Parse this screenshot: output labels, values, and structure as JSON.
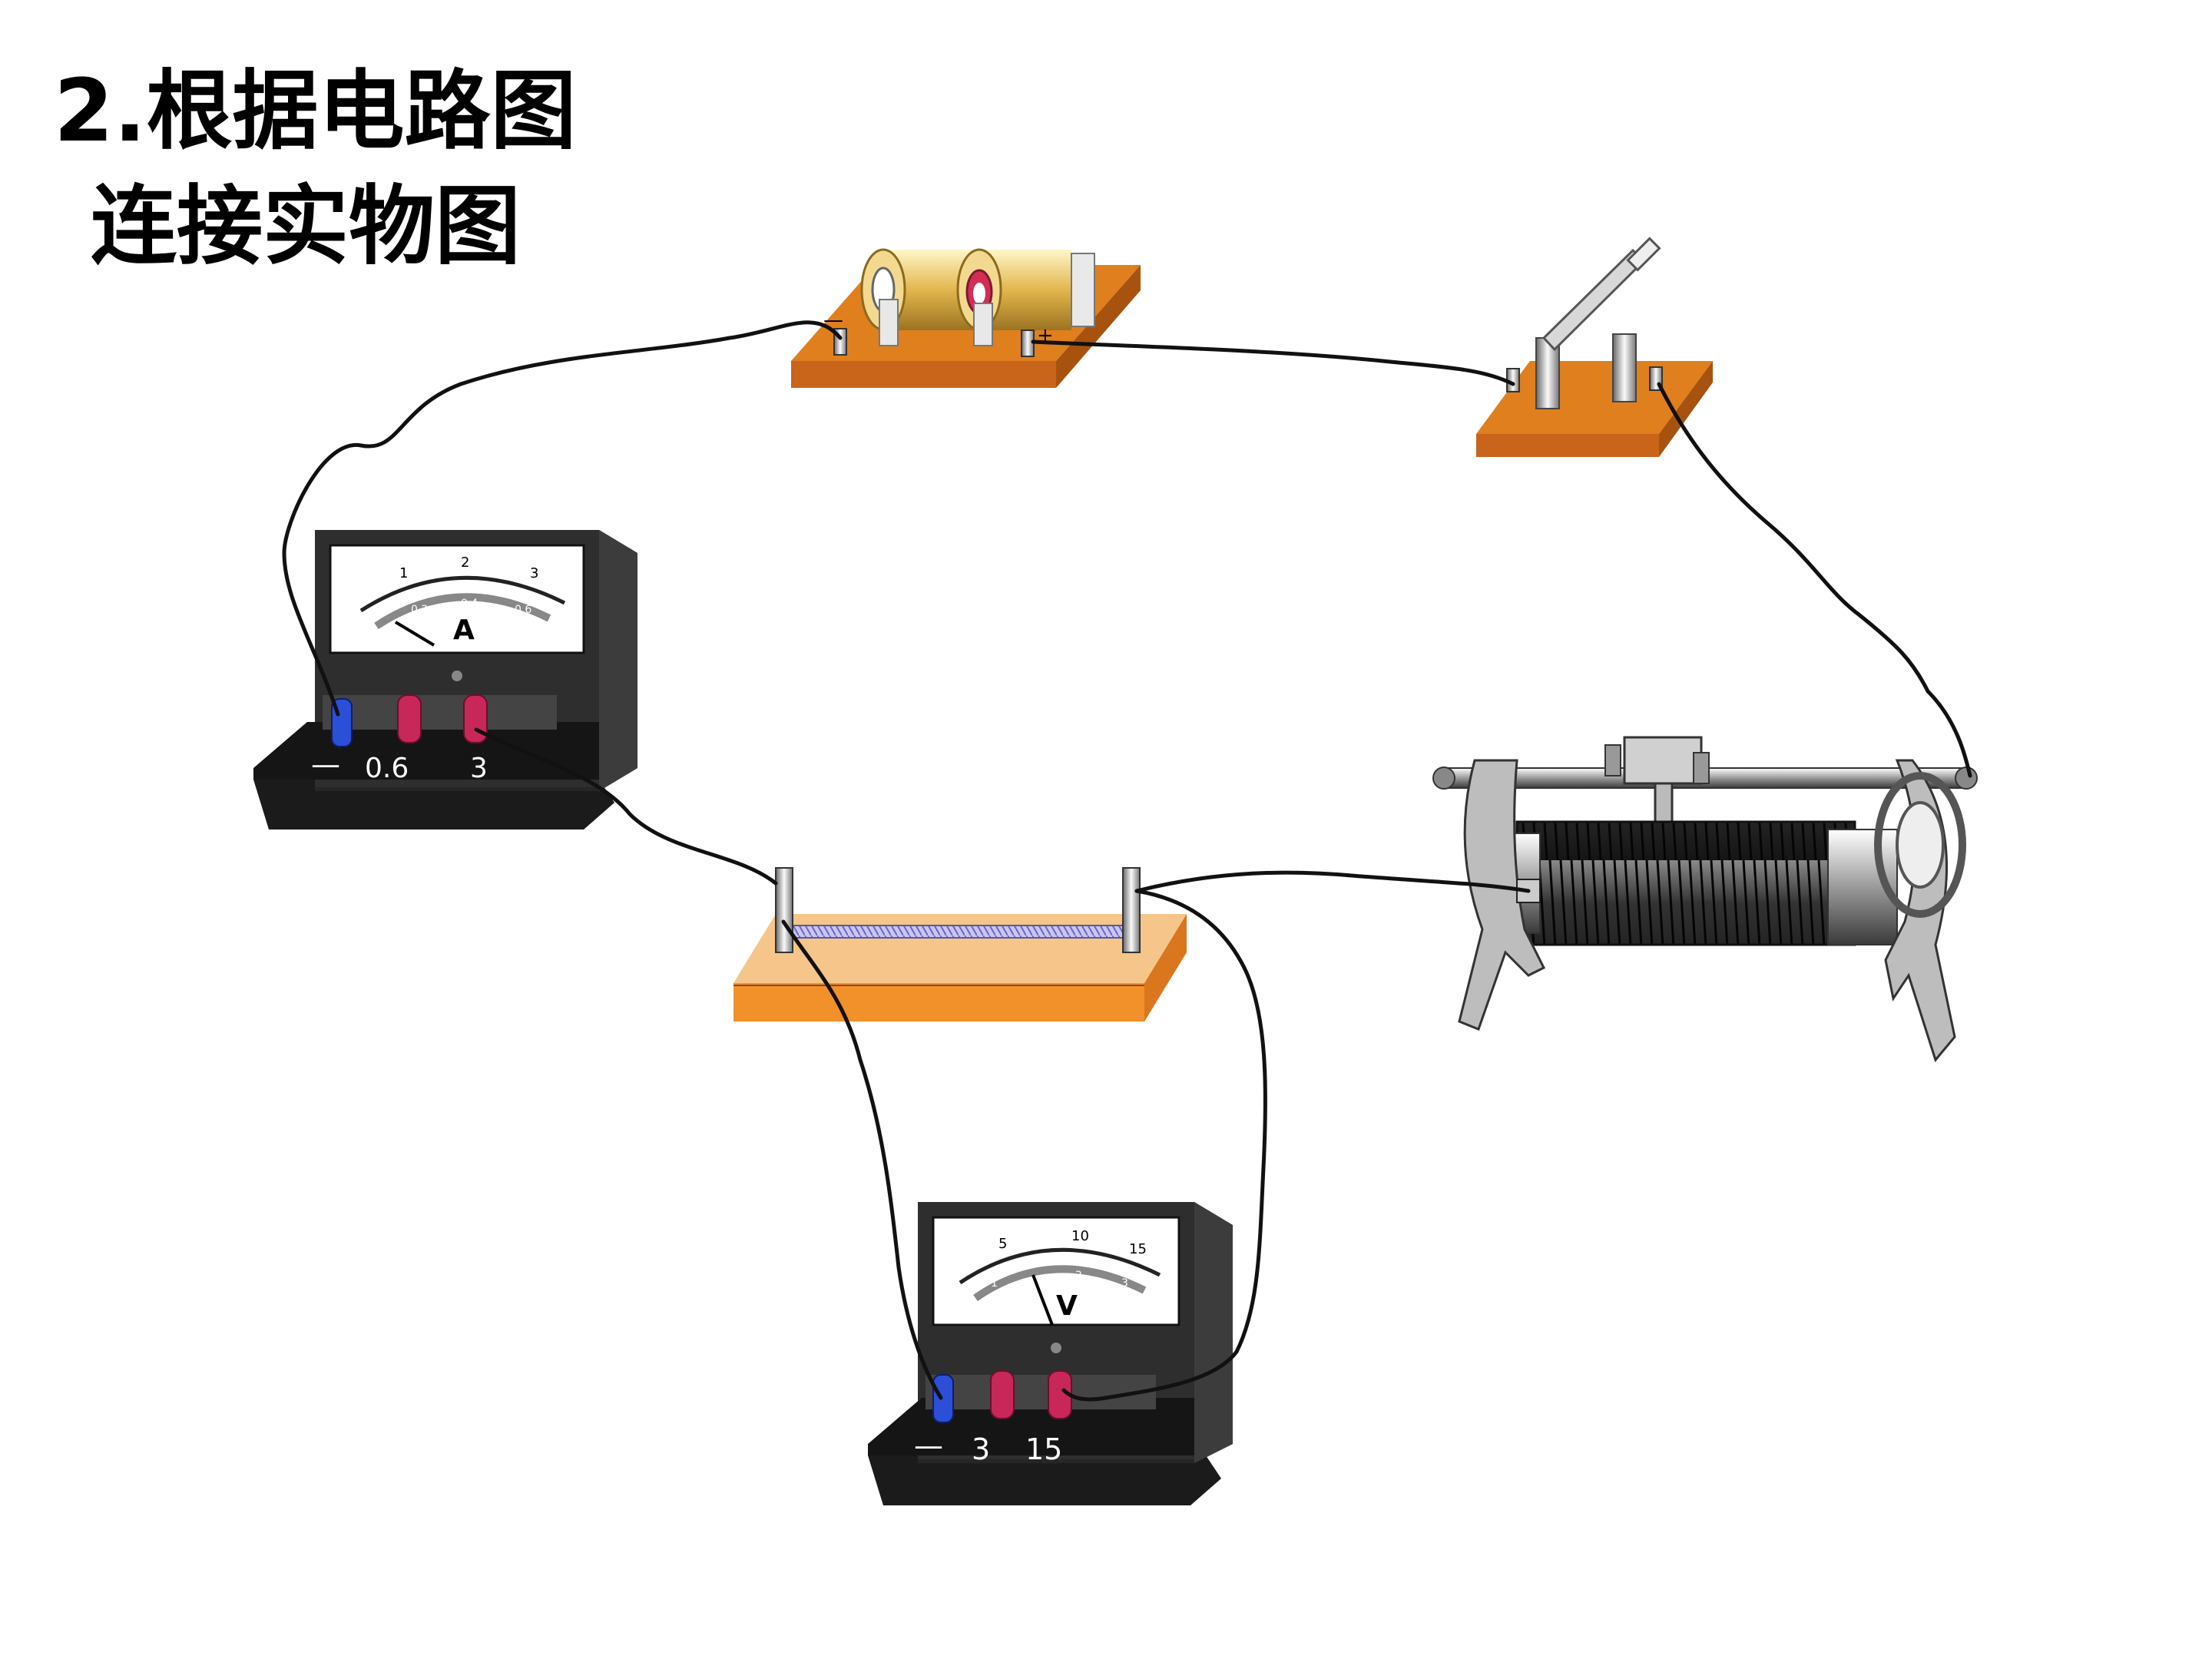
{
  "title": {
    "line1": "2.根据电路图",
    "line2": "连接实物图"
  },
  "ammeter": {
    "symbol": "A",
    "terminals": [
      "—",
      "0.6",
      "3"
    ],
    "scale_top": [
      "1",
      "2",
      "3"
    ],
    "scale_bottom": [
      "0.2",
      "0.4",
      "0.6"
    ]
  },
  "voltmeter": {
    "symbol": "V",
    "terminals": [
      "—",
      "3",
      "15"
    ],
    "scale_top": [
      "5",
      "10",
      "15"
    ],
    "scale_bottom": [
      "1",
      "2",
      "3"
    ]
  },
  "battery": {
    "neg": "—",
    "pos": "+"
  },
  "colors": {
    "board_orange": "#f2902a",
    "wood_light": "#f6c58a",
    "meter_body": "#262626",
    "wire": "#111111",
    "terminal_neg": "#2b4fd6",
    "terminal_pos": "#c8275a"
  }
}
